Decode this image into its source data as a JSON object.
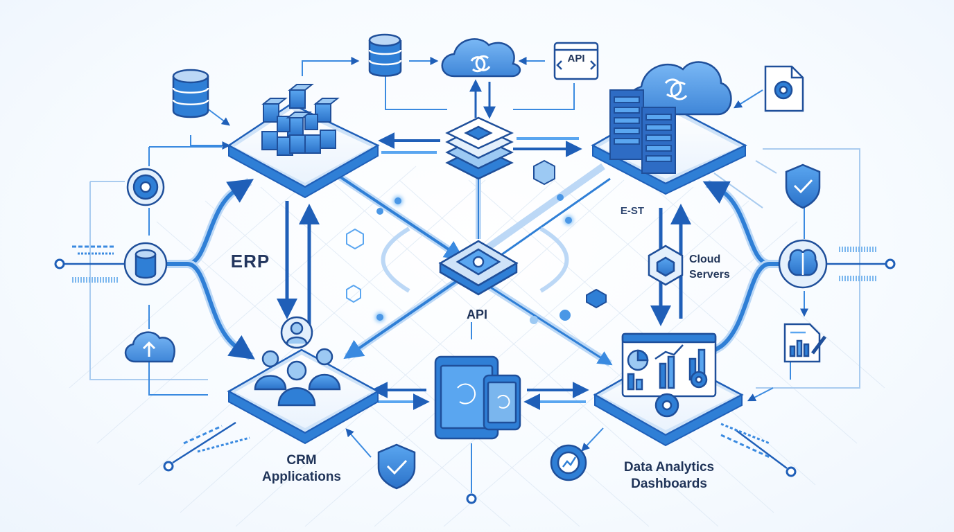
{
  "labels": {
    "erp": "ERP",
    "api_center": "API",
    "api_badge": "API",
    "est": "E-ST",
    "cloud_line1": "Cloud",
    "cloud_line2": "Servers",
    "crm_line1": "CRM",
    "crm_line2": "Applications",
    "data_line1": "Data Analytics",
    "data_line2": "Dashboards"
  },
  "colors": {
    "primary": "#2f7fd6",
    "dark": "#1f4f9a",
    "light": "#bcd8f6",
    "pale": "#e4f0fc",
    "grid": "#dbe6f3",
    "text": "#1f3358"
  },
  "icons": [
    "database-icon",
    "cloud-sync-icon",
    "api-badge-icon",
    "cloud-server-icon",
    "document-gear-icon",
    "gear-icon",
    "shield-check-icon",
    "brain-ai-icon",
    "cloud-upload-icon",
    "report-chart-icon",
    "users-icon",
    "mobile-devices-icon",
    "analytics-dashboard-icon",
    "gear-chart-icon",
    "cube-stack-icon"
  ]
}
